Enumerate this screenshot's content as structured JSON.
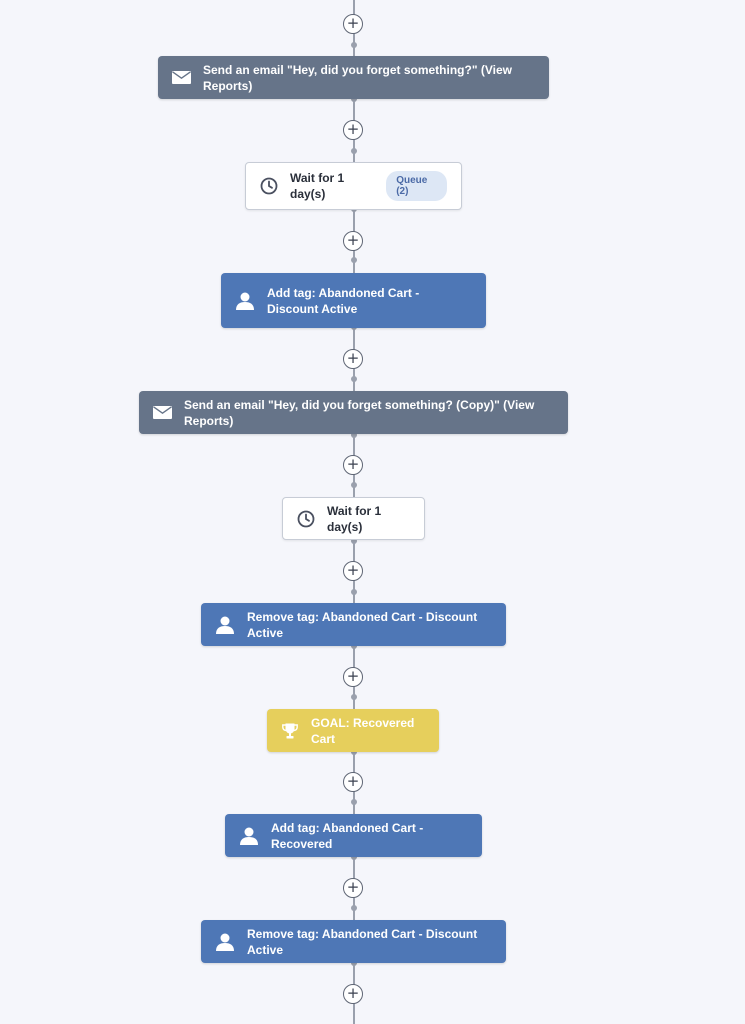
{
  "workflow": {
    "add_symbol": "+",
    "steps": [
      {
        "type": "email",
        "icon": "envelope-icon",
        "label": "Send an email \"Hey, did you forget something?\" (View Reports)"
      },
      {
        "type": "wait",
        "icon": "clock-icon",
        "label": "Wait for 1 day(s)",
        "badge": "Queue (2)"
      },
      {
        "type": "tag",
        "icon": "person-icon",
        "label": "Add tag: Abandoned Cart - Discount Active"
      },
      {
        "type": "email",
        "icon": "envelope-icon",
        "label": "Send an email \"Hey, did you forget something? (Copy)\" (View Reports)"
      },
      {
        "type": "wait",
        "icon": "clock-icon",
        "label": "Wait for 1 day(s)"
      },
      {
        "type": "tag",
        "icon": "person-icon",
        "label": "Remove tag: Abandoned Cart - Discount Active"
      },
      {
        "type": "goal",
        "icon": "trophy-icon",
        "label": "GOAL: Recovered Cart"
      },
      {
        "type": "tag",
        "icon": "person-icon",
        "label": "Add tag: Abandoned Cart - Recovered"
      },
      {
        "type": "tag",
        "icon": "person-icon",
        "label": "Remove tag: Abandoned Cart - Discount Active"
      }
    ]
  },
  "colors": {
    "background": "#f5f6fb",
    "email_node": "#667489",
    "tag_node": "#4e77b6",
    "goal_node": "#e6cf5c",
    "wait_node": "#ffffff",
    "badge_bg": "#dde7f5",
    "badge_text": "#4b6aa6",
    "connector": "#9aa0ad"
  }
}
